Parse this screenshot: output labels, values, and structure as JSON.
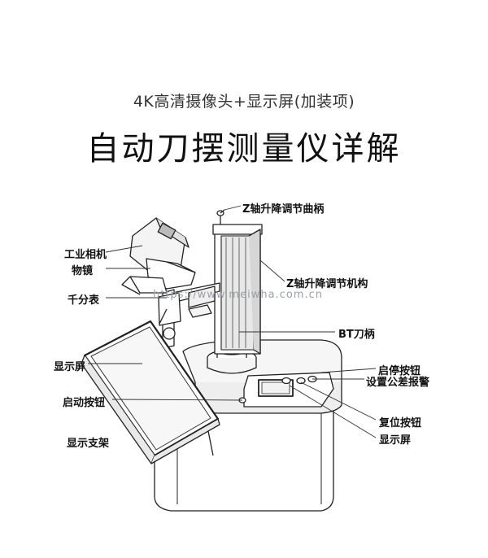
{
  "header": {
    "subtitle": "4K高清摄像头+显示屏(加装项)",
    "title": "自动刀摆测量仪详解"
  },
  "labels": {
    "z_crank": "Z轴升降调节曲柄",
    "camera": "工业相机",
    "lens": "物镜",
    "z_mechanism": "Z轴升降调节机构",
    "dial_gauge": "千分表",
    "bt_holder": "BT刀柄",
    "display_left": "显示屏",
    "start_stop": "启停按钮",
    "tolerance_alarm": "设置公差报警",
    "start_button": "启动按钮",
    "reset_button": "复位按钮",
    "display_bracket": "显示支架",
    "display_right": "显示屏"
  },
  "watermark": "https://www.meiwha.com.cn"
}
